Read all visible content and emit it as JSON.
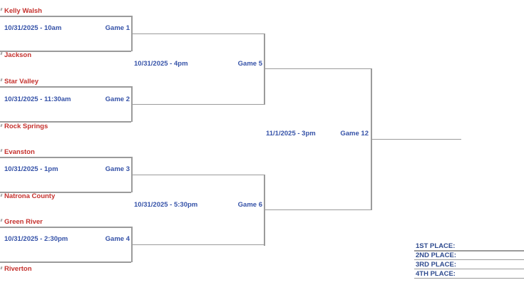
{
  "bracket": {
    "round1": [
      {
        "game_label": "Game 1",
        "datetime": "10/31/2025 - 10am",
        "team_top": "Kelly Walsh",
        "team_bottom": "Jackson"
      },
      {
        "game_label": "Game 2",
        "datetime": "10/31/2025 - 11:30am",
        "team_top": "Star Valley",
        "team_bottom": "Rock Springs"
      },
      {
        "game_label": "Game 3",
        "datetime": "10/31/2025 - 1pm",
        "team_top": "Evanston",
        "team_bottom": "Natrona County"
      },
      {
        "game_label": "Game 4",
        "datetime": "10/31/2025 - 2:30pm",
        "team_top": "Green River",
        "team_bottom": "Riverton"
      }
    ],
    "round2": [
      {
        "game_label": "Game 5",
        "datetime": "10/31/2025 - 4pm"
      },
      {
        "game_label": "Game 6",
        "datetime": "10/31/2025 - 5:30pm"
      }
    ],
    "final": {
      "game_label": "Game 12",
      "datetime": "11/1/2025 - 3pm"
    }
  },
  "placements": [
    {
      "label": "1ST PLACE:",
      "value": ""
    },
    {
      "label": "2ND PLACE:",
      "value": ""
    },
    {
      "label": "3RD PLACE:",
      "value": ""
    },
    {
      "label": "4TH PLACE:",
      "value": ""
    }
  ],
  "colors": {
    "team_name": "#c5312d",
    "schedule_text": "#3552a8",
    "placement_text": "#2f4b8f",
    "bracket_line": "#9b9b9b"
  }
}
